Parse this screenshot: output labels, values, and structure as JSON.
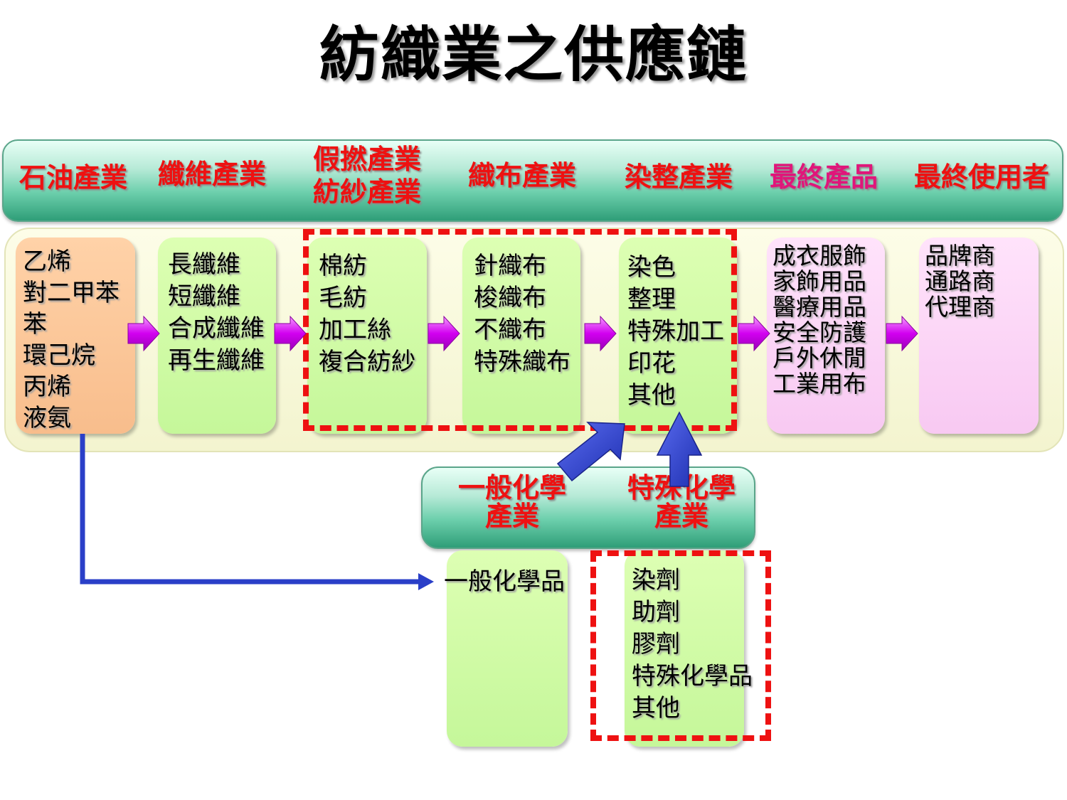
{
  "title": "紡織業之供應鏈",
  "colors": {
    "header_red": "#ee1111",
    "header_pink": "#e0167a",
    "arrow_magenta": "#cc00ee",
    "arrow_blue": "#2a3fc8"
  },
  "headers": [
    {
      "lines": [
        "石油產業"
      ],
      "color": "red"
    },
    {
      "lines": [
        "纖維產業"
      ],
      "color": "red"
    },
    {
      "lines": [
        "假撚產業",
        "紡紗產業"
      ],
      "color": "red"
    },
    {
      "lines": [
        "織布產業"
      ],
      "color": "red"
    },
    {
      "lines": [
        "染整產業"
      ],
      "color": "red"
    },
    {
      "lines": [
        "最終產品"
      ],
      "color": "pink"
    },
    {
      "lines": [
        "最終使用者"
      ],
      "color": "red"
    }
  ],
  "columns": {
    "petroleum": [
      "乙烯",
      "對二甲苯",
      "苯",
      "環己烷",
      "丙烯",
      "液氨"
    ],
    "fiber": [
      "長纖維",
      "短纖維",
      "合成纖維",
      "再生纖維"
    ],
    "spinning": [
      "棉紡",
      "毛紡",
      "加工絲",
      "複合紡紗"
    ],
    "weaving": [
      "針織布",
      "梭織布",
      "不織布",
      "特殊織布"
    ],
    "dyeing": [
      "染色",
      "整理",
      "特殊加工",
      "印花",
      "其他"
    ],
    "final_products": [
      "成衣服飾",
      "家飾用品",
      "醫療用品",
      "安全防護",
      "戶外休閒",
      "工業用布"
    ],
    "end_users": [
      "品牌商",
      "通路商",
      "代理商"
    ]
  },
  "chemical_header": {
    "general": [
      "一般化學",
      "產業"
    ],
    "special": [
      "特殊化學",
      "產業"
    ]
  },
  "chemicals": {
    "general": [
      "一般化學品"
    ],
    "special": [
      "染劑",
      "助劑",
      "膠劑",
      "特殊化學品",
      "其他"
    ]
  }
}
